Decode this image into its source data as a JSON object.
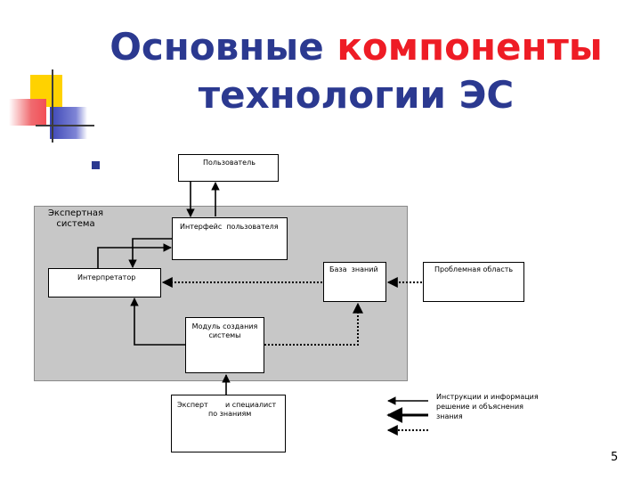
{
  "slide": {
    "title_line1_part1": "Основные",
    "title_line1_accent": "компоненты",
    "title_line2": "технологии ЭС",
    "page_number": "5"
  },
  "diagram": {
    "system_label": "Экспертная\nсистема",
    "user": "Пользователь",
    "user_interface": "Интерфейс  пользователя",
    "knowledge_base": "База  знаний",
    "problem_area": "Проблемная область",
    "interpreter": "Интерпретатор",
    "system_module": "Модуль  создания\nсистемы",
    "expert_left": "Эксперт",
    "expert_right": "и специалист\nпо знаниям"
  },
  "legend": {
    "line1": "Инструкции и информация",
    "line2": "решение и объяснения",
    "line3": "знания"
  },
  "colors": {
    "title_blue": "#2b3990",
    "title_red": "#ee1c25",
    "system_fill": "#c7c7c7"
  }
}
